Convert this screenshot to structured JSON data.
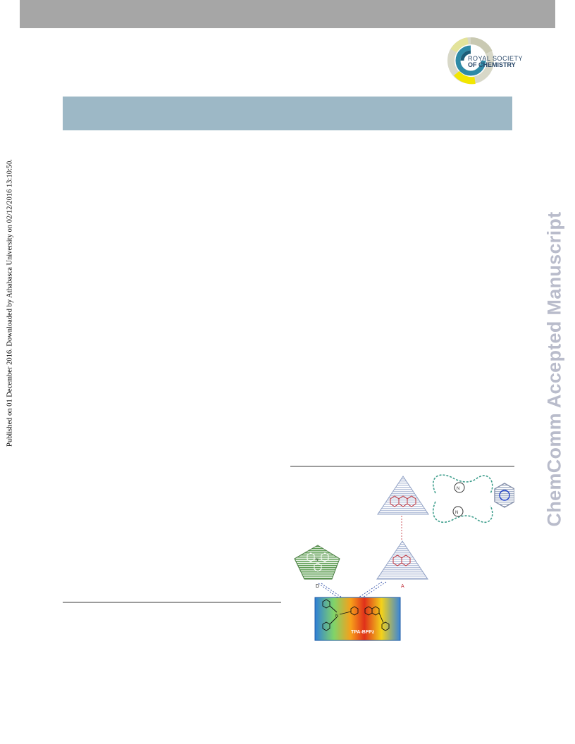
{
  "publisher": {
    "logo_line1": "ROYAL SOCIETY",
    "logo_line2": "OF CHEMISTRY"
  },
  "side_stamp": "Published on 01 December 2016. Downloaded by Athabasca University on 02/12/2016 13:10:50.",
  "watermark": "ChemComm Accepted Manuscript",
  "figure": {
    "donor_label": "D",
    "acceptor_label": "A",
    "compound_label": "TPA-BFPz"
  },
  "colors": {
    "top_bar": "#a6a6a6",
    "header_band": "#9db8c6",
    "watermark": "#b9bccb",
    "logo_text": "#2b4a6b"
  }
}
